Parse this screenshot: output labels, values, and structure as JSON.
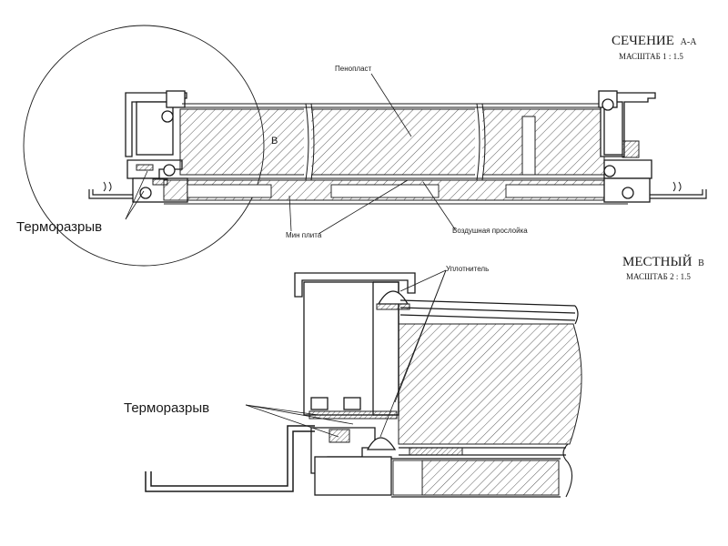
{
  "section_aa": {
    "title_main": "СЕЧЕНИЕ",
    "title_suffix": "А-А",
    "scale": "МАСШТАБ 1 : 1.5"
  },
  "local_b": {
    "title_main": "МЕСТНЫЙ",
    "title_suffix": "В",
    "scale": "МАСШТАБ 2 : 1.5"
  },
  "labels": {
    "foam": "Пенопласт",
    "mineral_plate": "Мин плита",
    "air_gap": "Воздушная прослойка",
    "thermal_break_top": "Терморазрыв",
    "thermal_break_bottom": "Терморазрыв",
    "seal": "Уплотнитель",
    "detail_marker": "В"
  },
  "colors": {
    "line": "#1a1a1a",
    "background": "#ffffff"
  }
}
